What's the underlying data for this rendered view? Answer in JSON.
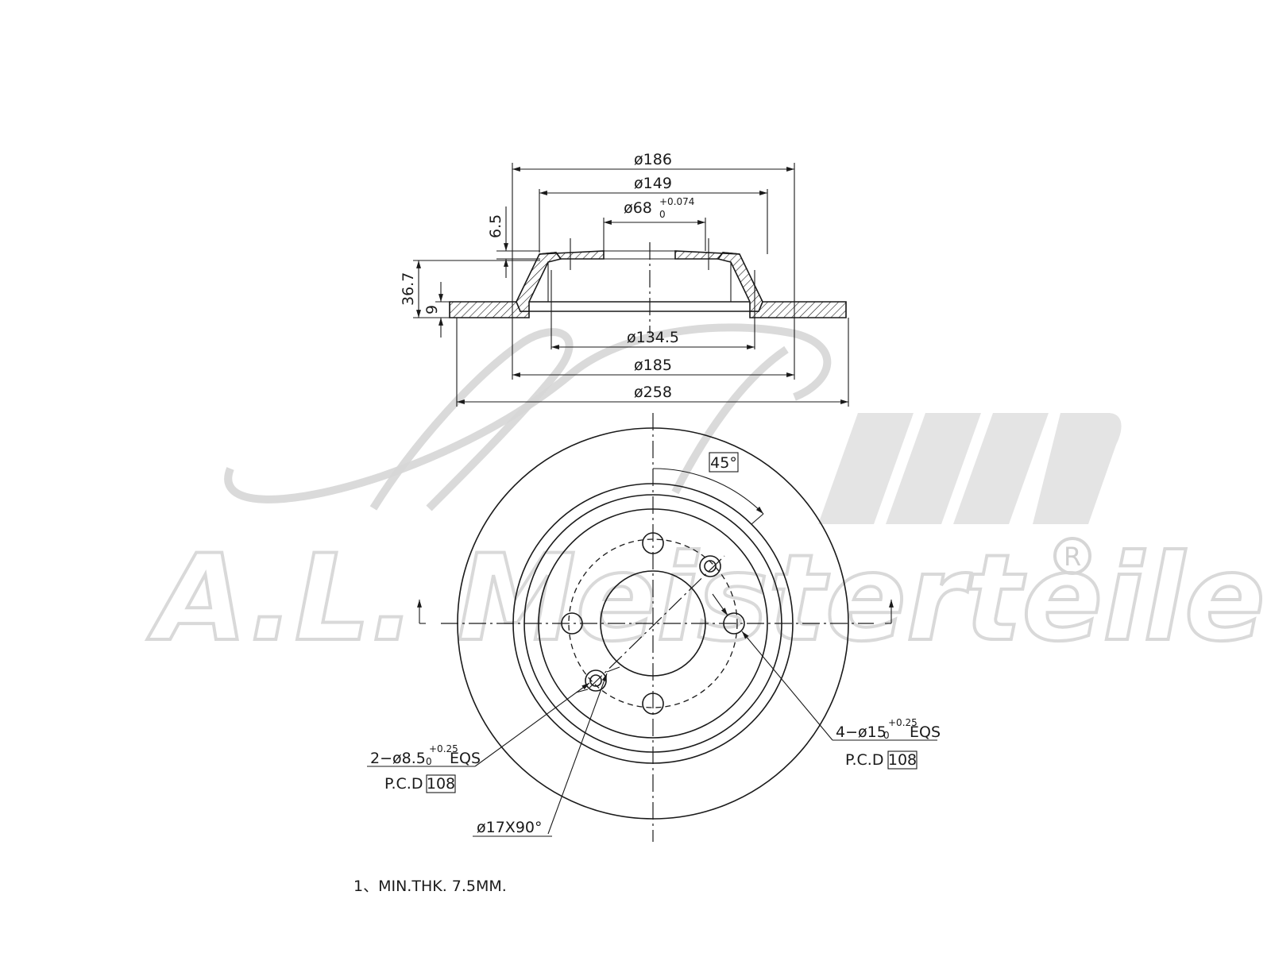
{
  "side_view": {
    "dimensions": {
      "d186": "ø186",
      "d149": "ø149",
      "d68": "ø68",
      "d68_tol_upper": "+0.074",
      "d68_tol_lower": "0",
      "h6_5": "6.5",
      "h36_7": "36.7",
      "h9": "9",
      "d134_5": "ø134.5",
      "d185": "ø185",
      "d258": "ø258"
    }
  },
  "front_view": {
    "angle_label": "45°",
    "small_holes": {
      "spec": "2−ø8.5",
      "tol_upper": "+0.25",
      "tol_lower": "0",
      "suffix": "EQS",
      "pcd_label": "P.C.D",
      "pcd_value": "108"
    },
    "large_holes": {
      "spec": "4−ø15",
      "tol_upper": "+0.25",
      "tol_lower": "0",
      "suffix": "EQS",
      "pcd_label": "P.C.D",
      "pcd_value": "108"
    },
    "chamfer": "ø17X90°"
  },
  "notes": {
    "note1": "1、MIN.THK. 7.5MM."
  },
  "watermark": {
    "brand": "A.L. Meisterteile",
    "registered": "R"
  }
}
